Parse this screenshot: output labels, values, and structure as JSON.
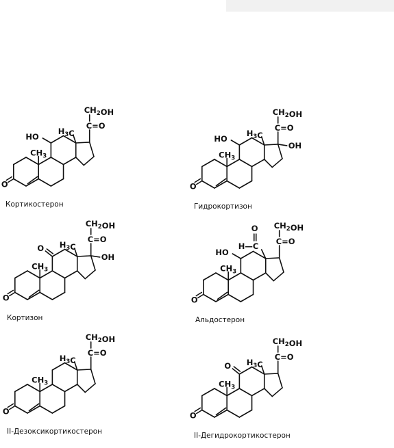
{
  "molecules": [
    {
      "caption": "Кортикостерон",
      "side_chain": "CH2OH",
      "side_group": "C=O",
      "methyl_13": "H3C",
      "methyl_10": "CH3",
      "c11": "HO",
      "c17": "",
      "c18": "",
      "oxo_3": "O",
      "oxo_11": ""
    },
    {
      "caption": "Гидрокортизон",
      "side_chain": "CH2OH",
      "side_group": "C=O",
      "methyl_13": "H3C",
      "methyl_10": "CH3",
      "c11": "HO",
      "c17": "OH",
      "c18": "",
      "oxo_3": "O",
      "oxo_11": ""
    },
    {
      "caption": "Кортизон",
      "side_chain": "CH2OH",
      "side_group": "C=O",
      "methyl_13": "H3C",
      "methyl_10": "CH3",
      "c11": "",
      "c17": "OH",
      "c18": "",
      "oxo_3": "O",
      "oxo_11": "O"
    },
    {
      "caption": "Альдостерон",
      "side_chain": "CH2OH",
      "side_group": "C=O",
      "methyl_13": "",
      "methyl_10": "CH3",
      "c11": "HO",
      "c17": "",
      "c18": "H—C",
      "c18_oxo": "O",
      "oxo_3": "O",
      "oxo_11": ""
    },
    {
      "caption": "II-Дезоксикортикостерон",
      "side_chain": "CH2OH",
      "side_group": "C=O",
      "methyl_13": "H3C",
      "methyl_10": "CH3",
      "c11": "",
      "c17": "",
      "c18": "",
      "oxo_3": "O",
      "oxo_11": ""
    },
    {
      "caption": "II-Дегидрокортикостерон",
      "side_chain": "CH2OH",
      "side_group": "C=O",
      "methyl_13": "H3C",
      "methyl_10": "CH3",
      "c11": "",
      "c17": "",
      "c18": "",
      "oxo_3": "O",
      "oxo_11": "O"
    }
  ]
}
